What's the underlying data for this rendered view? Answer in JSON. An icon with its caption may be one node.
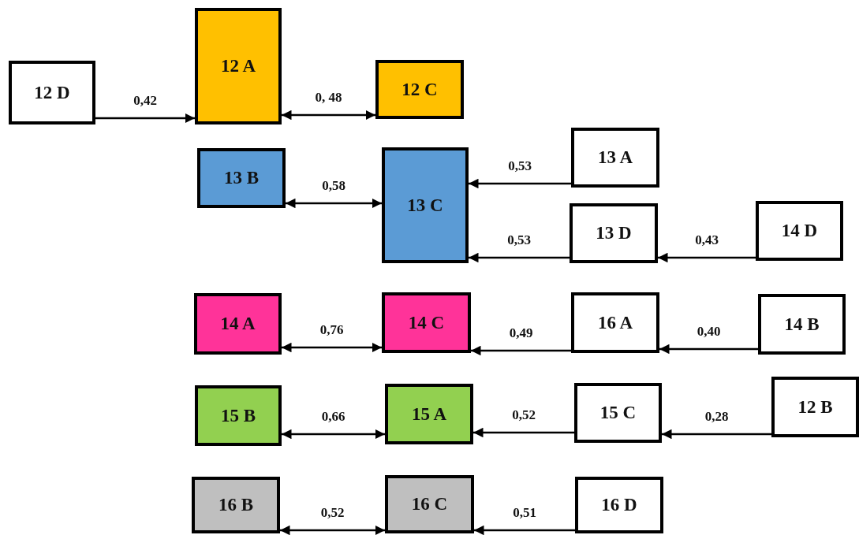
{
  "diagram": {
    "nodes": [
      {
        "text": [
          "12 D"
        ]
      },
      {
        "text": [
          "12 A"
        ]
      },
      {
        "text": [
          "12 C"
        ]
      },
      {
        "text": [
          "13 B"
        ]
      },
      {
        "text": [
          "13 C"
        ]
      },
      {
        "text": [
          "13 A"
        ]
      },
      {
        "text": [
          "13 D"
        ]
      },
      {
        "text": [
          "14 D"
        ]
      },
      {
        "text": [
          "14 A"
        ]
      },
      {
        "text": [
          "14 C"
        ]
      },
      {
        "text": [
          "16 A"
        ]
      },
      {
        "text": [
          "14 B"
        ]
      },
      {
        "text": [
          "15 B"
        ]
      },
      {
        "text": [
          "15 A"
        ]
      },
      {
        "text": [
          "15 C"
        ]
      },
      {
        "text": [
          "12 B"
        ]
      },
      {
        "text": [
          "16 B"
        ]
      },
      {
        "text": [
          "16 C"
        ]
      },
      {
        "text": [
          "16 D"
        ]
      }
    ],
    "edges": [
      {
        "from": 0,
        "to": 1,
        "arrow": "to",
        "label": "0,42"
      },
      {
        "from": 1,
        "to": 2,
        "arrow": "both",
        "label": "0, 48"
      },
      {
        "from": 3,
        "to": 4,
        "arrow": "both",
        "label": "0,58"
      },
      {
        "from": 5,
        "to": 4,
        "arrow": "to",
        "label": "0,53"
      },
      {
        "from": 6,
        "to": 4,
        "arrow": "to",
        "label": "0,53"
      },
      {
        "from": 7,
        "to": 6,
        "arrow": "to",
        "label": "0,43"
      },
      {
        "from": 8,
        "to": 9,
        "arrow": "both",
        "label": "0,76"
      },
      {
        "from": 10,
        "to": 9,
        "arrow": "to",
        "label": "0,49"
      },
      {
        "from": 11,
        "to": 10,
        "arrow": "to",
        "label": "0,40"
      },
      {
        "from": 12,
        "to": 13,
        "arrow": "both",
        "label": "0,66"
      },
      {
        "from": 14,
        "to": 13,
        "arrow": "to",
        "label": "0,52"
      },
      {
        "from": 15,
        "to": 14,
        "arrow": "to",
        "label": "0,28"
      },
      {
        "from": 16,
        "to": 17,
        "arrow": "both",
        "label": "0,52"
      },
      {
        "from": 18,
        "to": 17,
        "arrow": "to",
        "label": "0,51"
      }
    ]
  }
}
